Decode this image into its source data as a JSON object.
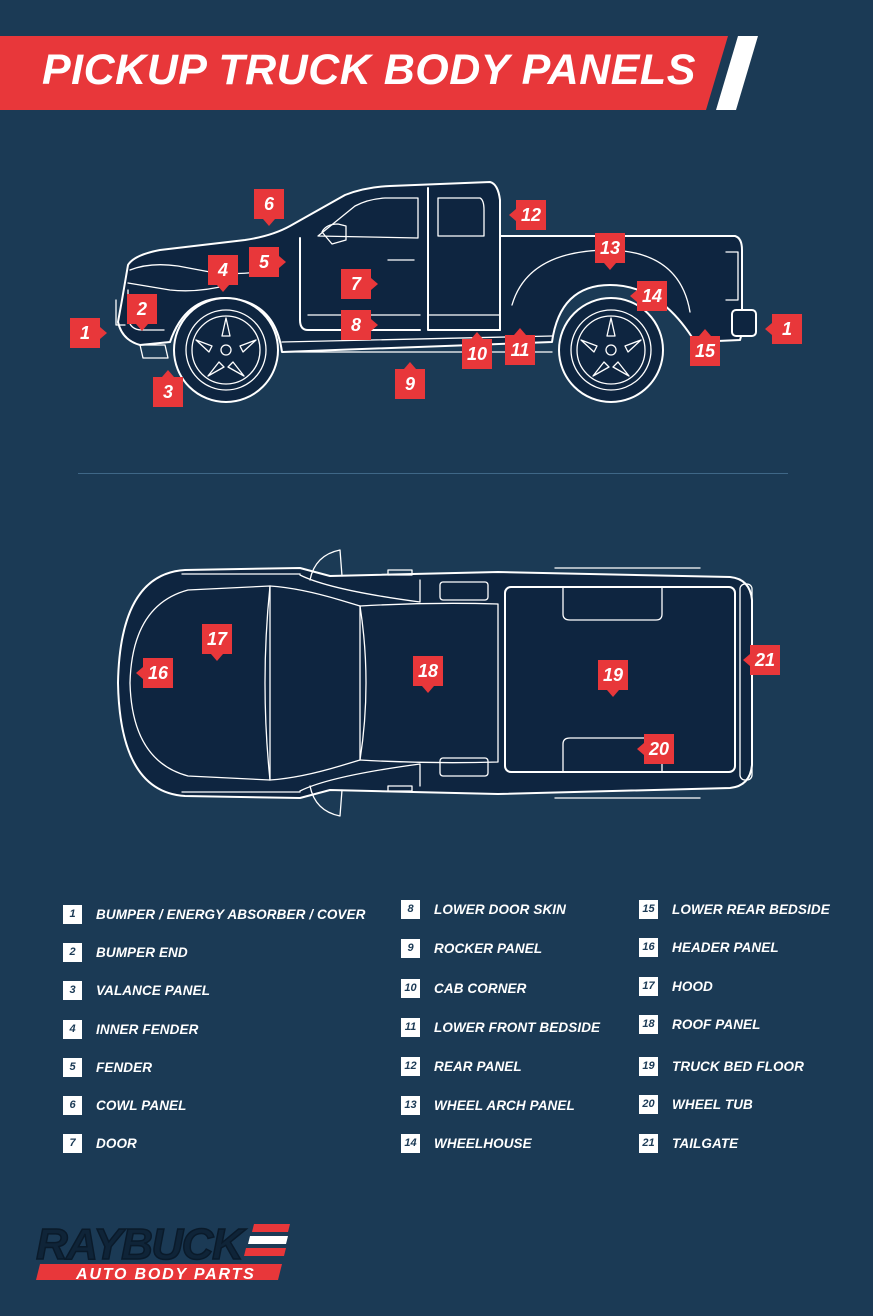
{
  "title": "PICKUP TRUCK BODY PANELS",
  "colors": {
    "background": "#1b3a55",
    "accent": "#e8373a",
    "truck_fill": "#0e2540",
    "line": "#ffffff"
  },
  "side_view_tags": [
    "1",
    "2",
    "3",
    "4",
    "5",
    "6",
    "7",
    "8",
    "9",
    "10",
    "11",
    "12",
    "13",
    "14",
    "15",
    "1"
  ],
  "top_view_tags": [
    "16",
    "17",
    "18",
    "19",
    "20",
    "21"
  ],
  "legend": [
    {
      "num": "1",
      "label": "BUMPER / ENERGY ABSORBER / COVER"
    },
    {
      "num": "2",
      "label": "BUMPER END"
    },
    {
      "num": "3",
      "label": "VALANCE PANEL"
    },
    {
      "num": "4",
      "label": "INNER FENDER"
    },
    {
      "num": "5",
      "label": "FENDER"
    },
    {
      "num": "6",
      "label": "COWL PANEL"
    },
    {
      "num": "7",
      "label": "DOOR"
    },
    {
      "num": "8",
      "label": "LOWER DOOR SKIN"
    },
    {
      "num": "9",
      "label": "ROCKER PANEL"
    },
    {
      "num": "10",
      "label": "CAB CORNER"
    },
    {
      "num": "11",
      "label": "LOWER FRONT BEDSIDE"
    },
    {
      "num": "12",
      "label": "REAR PANEL"
    },
    {
      "num": "13",
      "label": "WHEEL ARCH PANEL"
    },
    {
      "num": "14",
      "label": "WHEELHOUSE"
    },
    {
      "num": "15",
      "label": "LOWER REAR BEDSIDE"
    },
    {
      "num": "16",
      "label": "HEADER PANEL"
    },
    {
      "num": "17",
      "label": "HOOD"
    },
    {
      "num": "18",
      "label": "ROOF PANEL"
    },
    {
      "num": "19",
      "label": "TRUCK BED FLOOR"
    },
    {
      "num": "20",
      "label": "WHEEL TUB"
    },
    {
      "num": "21",
      "label": "TAILGATE"
    }
  ],
  "logo": {
    "brand": "RAYBUCK",
    "sub": "AUTO BODY PARTS"
  }
}
